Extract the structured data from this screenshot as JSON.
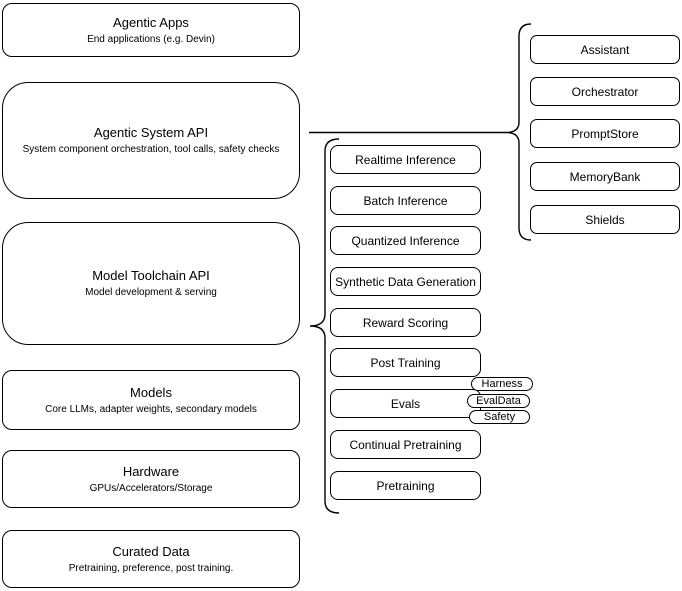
{
  "diagram": {
    "layers": [
      {
        "title": "Agentic Apps",
        "subtitle": "End applications (e.g. Devin)"
      },
      {
        "title": "Agentic System API",
        "subtitle": "System component orchestration, tool calls, safety checks"
      },
      {
        "title": "Model Toolchain API",
        "subtitle": "Model development & serving"
      },
      {
        "title": "Models",
        "subtitle": "Core LLMs, adapter weights, secondary models"
      },
      {
        "title": "Hardware",
        "subtitle": "GPUs/Accelerators/Storage"
      },
      {
        "title": "Curated Data",
        "subtitle": "Pretraining, preference, post training."
      }
    ],
    "toolchain_capabilities": [
      "Realtime Inference",
      "Batch Inference",
      "Quantized Inference",
      "Synthetic Data Generation",
      "Reward Scoring",
      "Post Training",
      "Evals",
      "Continual Pretraining",
      "Pretraining"
    ],
    "evals_tags": [
      "Harness",
      "EvalData",
      "Safety"
    ],
    "system_components": [
      "Assistant",
      "Orchestrator",
      "PromptStore",
      "MemoryBank",
      "Shields"
    ],
    "colors": {
      "stroke": "#000000",
      "fill": "#ffffff",
      "background": "#ffffff",
      "text": "#000000"
    }
  }
}
